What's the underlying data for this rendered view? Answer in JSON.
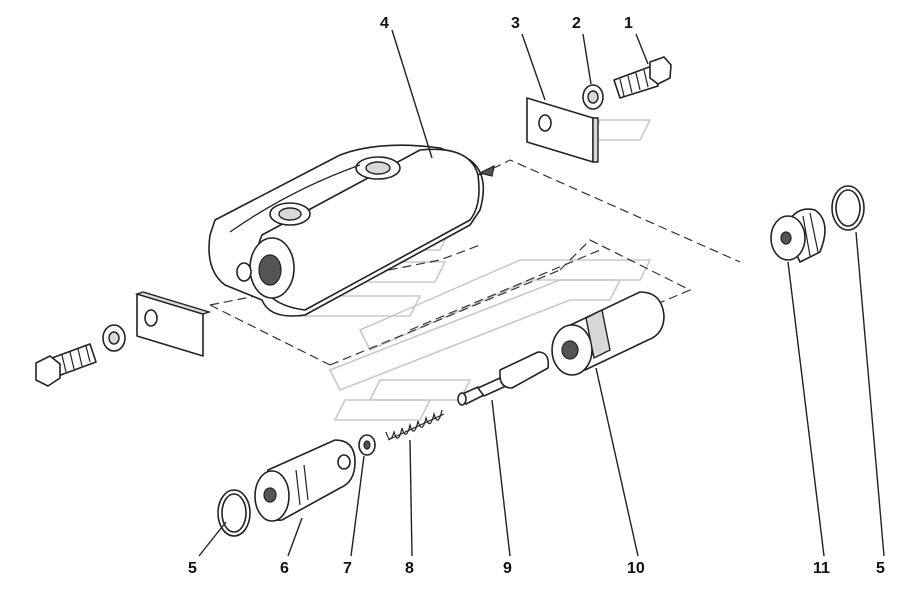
{
  "callouts": [
    {
      "id": "1",
      "label": "1"
    },
    {
      "id": "2",
      "label": "2"
    },
    {
      "id": "3",
      "label": "3"
    },
    {
      "id": "4",
      "label": "4"
    },
    {
      "id": "5a",
      "label": "5"
    },
    {
      "id": "6",
      "label": "6"
    },
    {
      "id": "7",
      "label": "7"
    },
    {
      "id": "8",
      "label": "8"
    },
    {
      "id": "9",
      "label": "9"
    },
    {
      "id": "10",
      "label": "10"
    },
    {
      "id": "11",
      "label": "11"
    },
    {
      "id": "5b",
      "label": "5"
    }
  ],
  "colors": {
    "line": "#222222",
    "watermark": "#c8c8c8",
    "background": "#ffffff"
  }
}
